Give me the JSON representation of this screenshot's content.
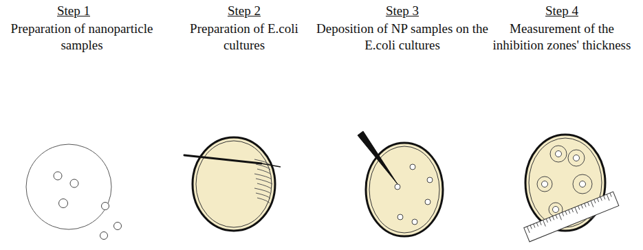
{
  "diagram": {
    "labels": [
      "Step 1",
      "Preparation of nanoparticle samples",
      "Step 2",
      "Preparation of E.coli cultures",
      "Step 3",
      "Deposition of NP samples on the E.coli cultures",
      "Step 4",
      "Measurement of the inhibition zones' thickness"
    ]
  }
}
